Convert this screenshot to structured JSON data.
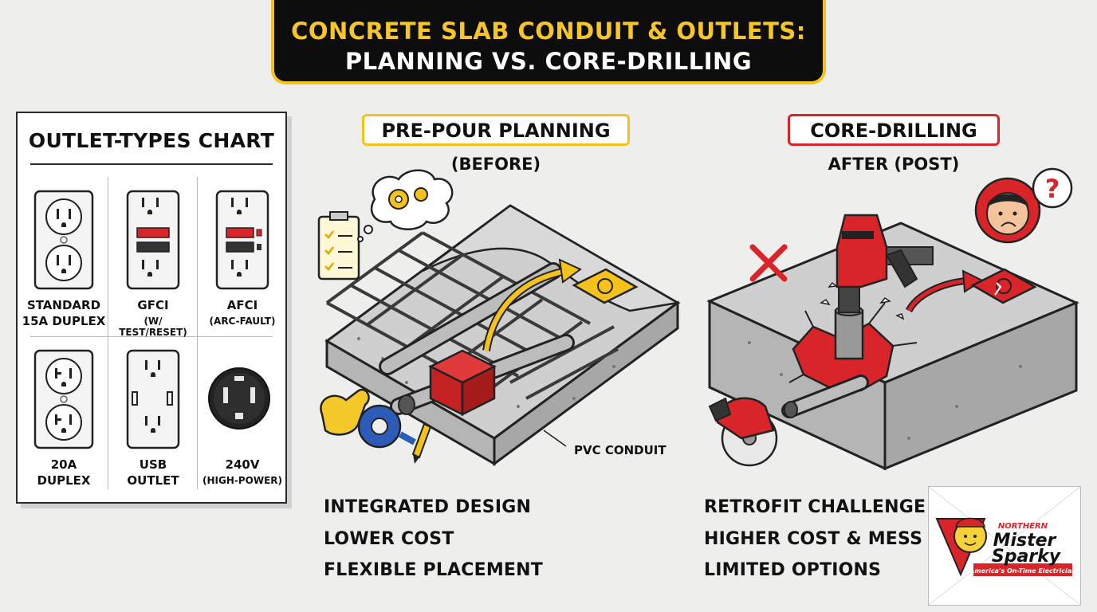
{
  "title": {
    "line1": "CONCRETE SLAB CONDUIT & OUTLETS:",
    "line2": "PLANNING VS. CORE-DRILLING"
  },
  "outlet_chart": {
    "title": "OUTLET-TYPES CHART",
    "outlets": [
      {
        "label_line1": "STANDARD",
        "label_line2": "15A DUPLEX",
        "icon": "standard-outlet-icon"
      },
      {
        "label_line1": "GFCI",
        "label_line2": "(W/ TEST/RESET)",
        "icon": "gfci-outlet-icon"
      },
      {
        "label_line1": "AFCI",
        "label_line2": "(ARC-FAULT)",
        "icon": "afci-outlet-icon"
      },
      {
        "label_line1": "20A",
        "label_line2": "DUPLEX",
        "icon": "20a-outlet-icon"
      },
      {
        "label_line1": "USB",
        "label_line2": "OUTLET",
        "icon": "usb-outlet-icon"
      },
      {
        "label_line1": "240V",
        "label_line2": "(HIGH-POWER)",
        "icon": "240v-outlet-icon"
      }
    ]
  },
  "pre_pour": {
    "header": "PRE-POUR PLANNING",
    "subheader": "(BEFORE)",
    "conduit_label": "PVC CONDUIT",
    "benefits": [
      "INTEGRATED DESIGN",
      "LOWER COST",
      "FLEXIBLE PLACEMENT"
    ]
  },
  "core_drilling": {
    "header": "CORE-DRILLING",
    "subheader": "AFTER (POST)",
    "drawbacks": [
      "RETROFIT CHALLENGE",
      "HIGHER COST & MESS",
      "LIMITED OPTIONS"
    ]
  },
  "logo": {
    "top_text": "NORTHERN",
    "brand_line1": "Mister",
    "brand_line2": "Sparky",
    "tagline": "America's On-Time Electrician"
  },
  "colors": {
    "accent_yellow": "#f5c21b",
    "accent_red": "#d9252a",
    "banner_bg": "#0d0d0d",
    "concrete": "#c9c9c9"
  }
}
